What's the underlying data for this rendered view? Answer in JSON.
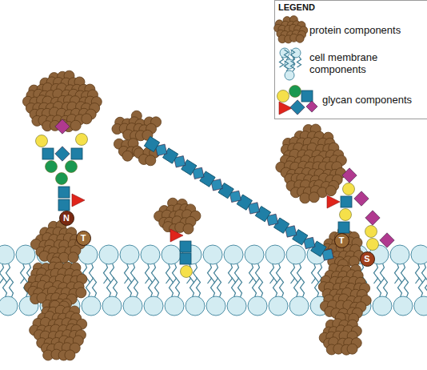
{
  "diagram": {
    "nodes": [
      {
        "text": [
          "N"
        ]
      },
      {
        "text": [
          "T"
        ]
      },
      {
        "text": [
          "T"
        ]
      },
      {
        "text": [
          "S"
        ]
      }
    ],
    "labels": [
      "LEGEND"
    ],
    "legend": [
      {
        "text": "protein components"
      },
      {
        "text": "cell membrane components"
      },
      {
        "text": "glycan components"
      }
    ]
  }
}
